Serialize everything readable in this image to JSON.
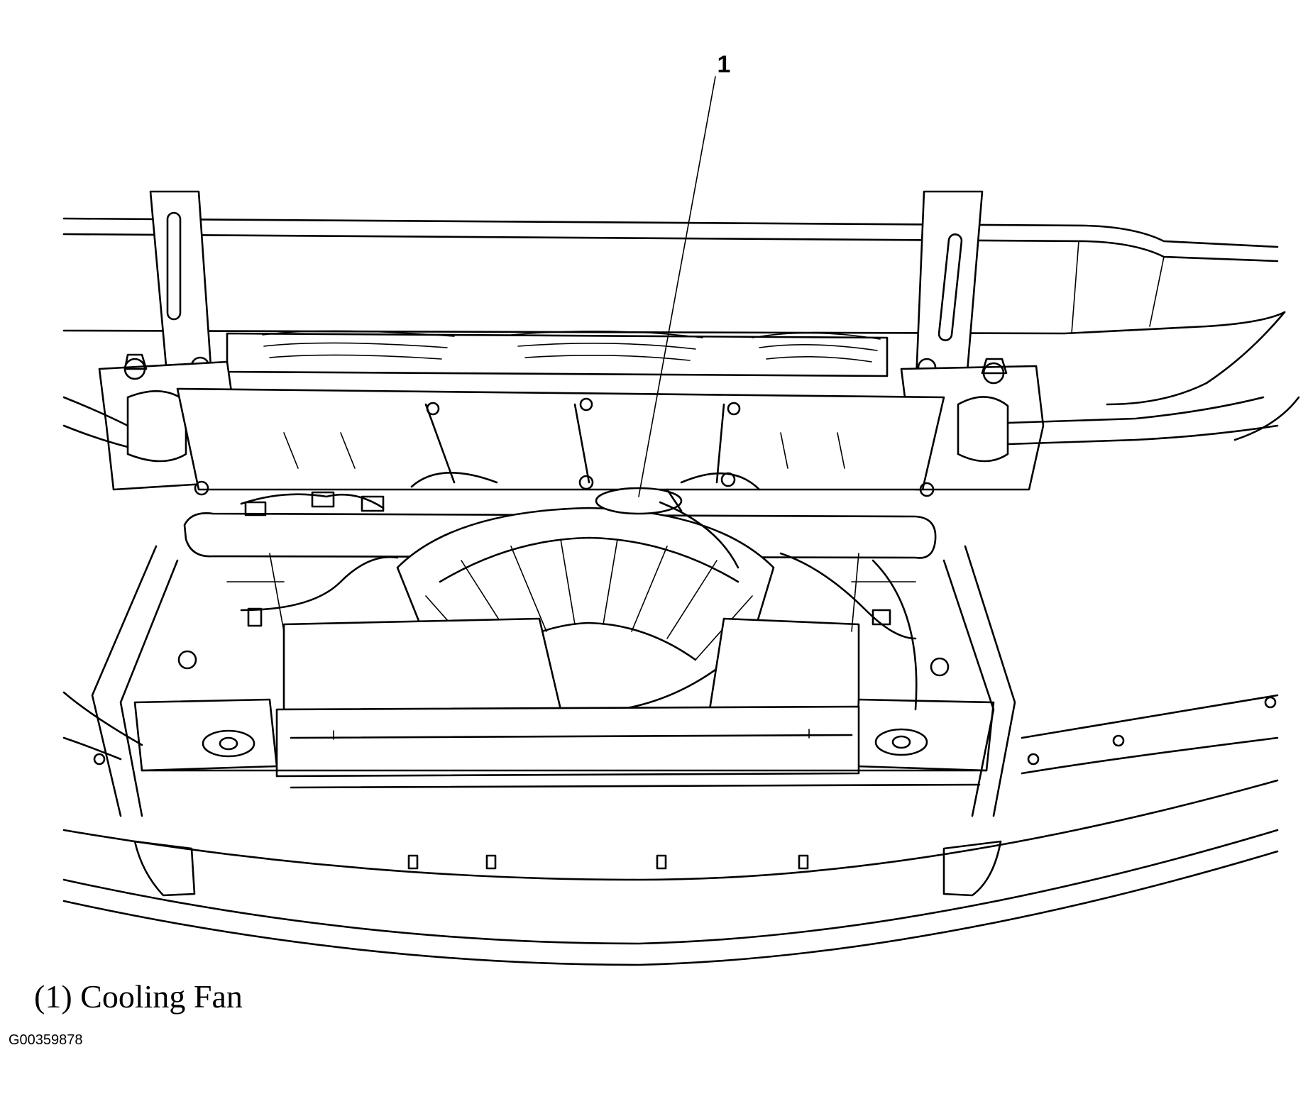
{
  "callouts": [
    {
      "number": "1",
      "label": "Cooling Fan"
    }
  ],
  "caption": "(1) Cooling Fan",
  "figure_id": "G00359878",
  "colors": {
    "ink": "#000000",
    "background": "#ffffff"
  }
}
